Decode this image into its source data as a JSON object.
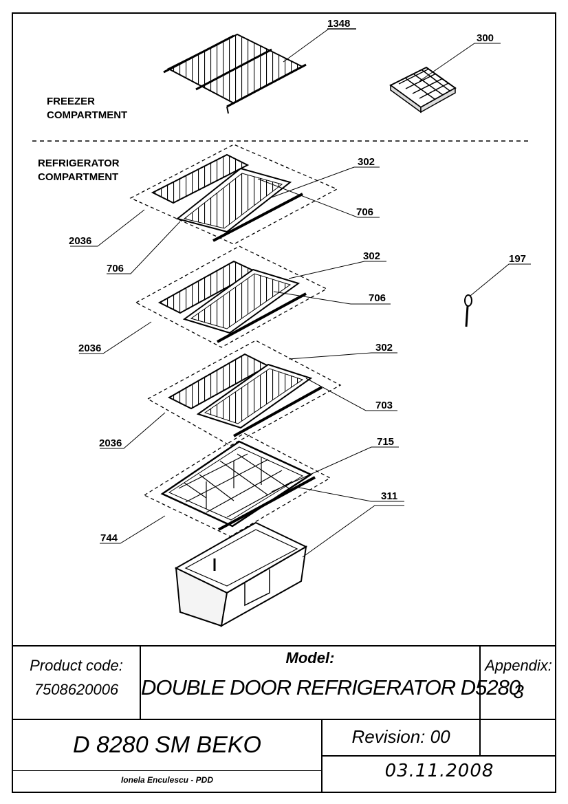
{
  "sections": {
    "freezer": [
      "FREEZER",
      "COMPARTMENT"
    ],
    "refrigerator": [
      "REFRIGERATOR",
      "COMPARTMENT"
    ]
  },
  "callouts": {
    "freezer_shelf": "1348",
    "ice_tray": "300",
    "shelf_trim_1": "302",
    "shelf_trim_2": "302",
    "shelf_trim_3": "302",
    "glass_frame_1": "706",
    "glass_frame_2": "706",
    "glass_frame_3": "706",
    "shelf_assy_1": "2036",
    "shelf_assy_2": "2036",
    "shelf_assy_3": "2036",
    "egg_spoon": "197",
    "crisper_glass": "703",
    "glass_trim": "715",
    "crisper_cover": "744",
    "crisper": "311"
  },
  "title_block": {
    "product_code_label": "Product code:",
    "product_code": "7508620006",
    "model_label": "Model:",
    "model": "DOUBLE DOOR REFRIGERATOR D5280",
    "appendix_label": "Appendix:",
    "appendix": "3",
    "product_name": "D 8280 SM BEKO",
    "revision": "Revision: 00",
    "author": "Ionela Enculescu - PDD",
    "date": "03.11.2008"
  }
}
